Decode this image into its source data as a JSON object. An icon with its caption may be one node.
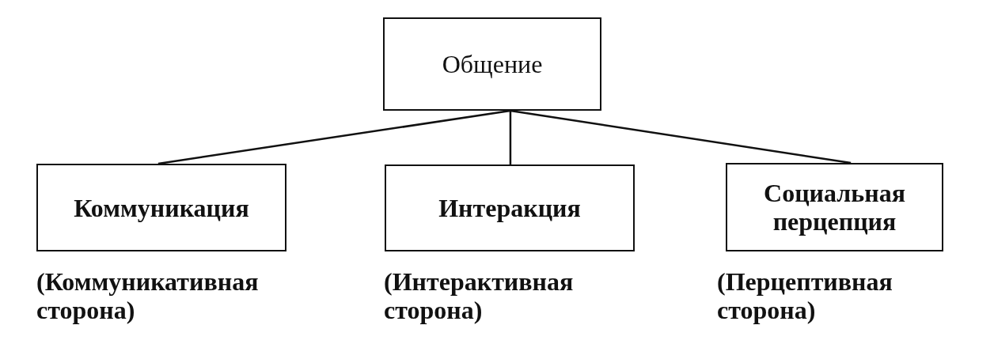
{
  "diagram": {
    "nodes": [
      {
        "text": [
          "Общение"
        ]
      },
      {
        "text": [
          "Коммуникация"
        ],
        "beside": [
          "(Коммуникативная сторона)"
        ]
      },
      {
        "text": [
          "Интеракция"
        ],
        "beside": [
          "(Интерактивная сторона)"
        ]
      },
      {
        "text": [
          "Социальная перцепция"
        ],
        "beside": [
          "(Перцептивная сторона)"
        ]
      }
    ],
    "edges": [
      {
        "from": 0,
        "to": 1,
        "arrow": "none"
      },
      {
        "from": 0,
        "to": 2,
        "arrow": "none"
      },
      {
        "from": 0,
        "to": 3,
        "arrow": "none"
      }
    ]
  }
}
